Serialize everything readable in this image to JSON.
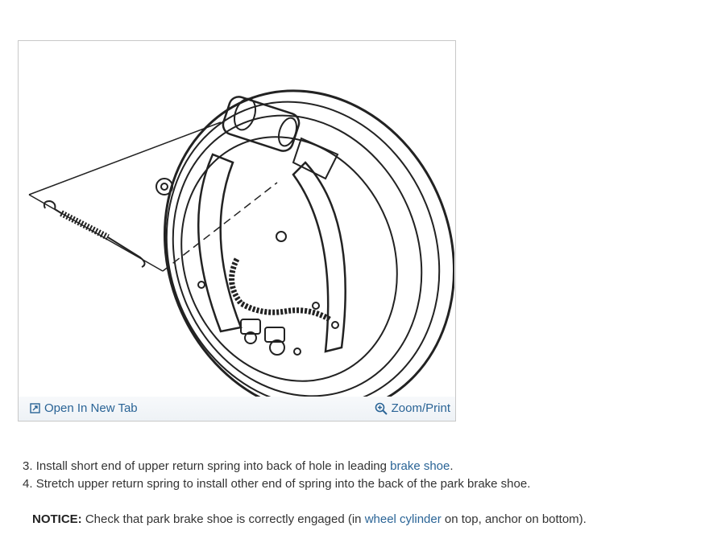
{
  "figure": {
    "open_tab_label": "Open In New Tab",
    "open_tab_icon": "open-in-new-tab-icon",
    "zoom_label": "Zoom/Print",
    "zoom_icon": "magnifier-plus-icon",
    "link_color": "#2a6496"
  },
  "steps": [
    {
      "number": "3.",
      "text_before": "Install short end of upper return spring into back of hole in leading ",
      "link": "brake shoe",
      "text_after": "."
    },
    {
      "number": "4.",
      "text_before": "Stretch upper return spring to install other end of spring into the back of the park brake shoe.",
      "link": "",
      "text_after": ""
    }
  ],
  "notice": {
    "label": "NOTICE:",
    "text_before": " Check that park brake shoe is correctly engaged (in ",
    "link": "wheel cylinder",
    "text_after": " on top, anchor on bottom)."
  }
}
